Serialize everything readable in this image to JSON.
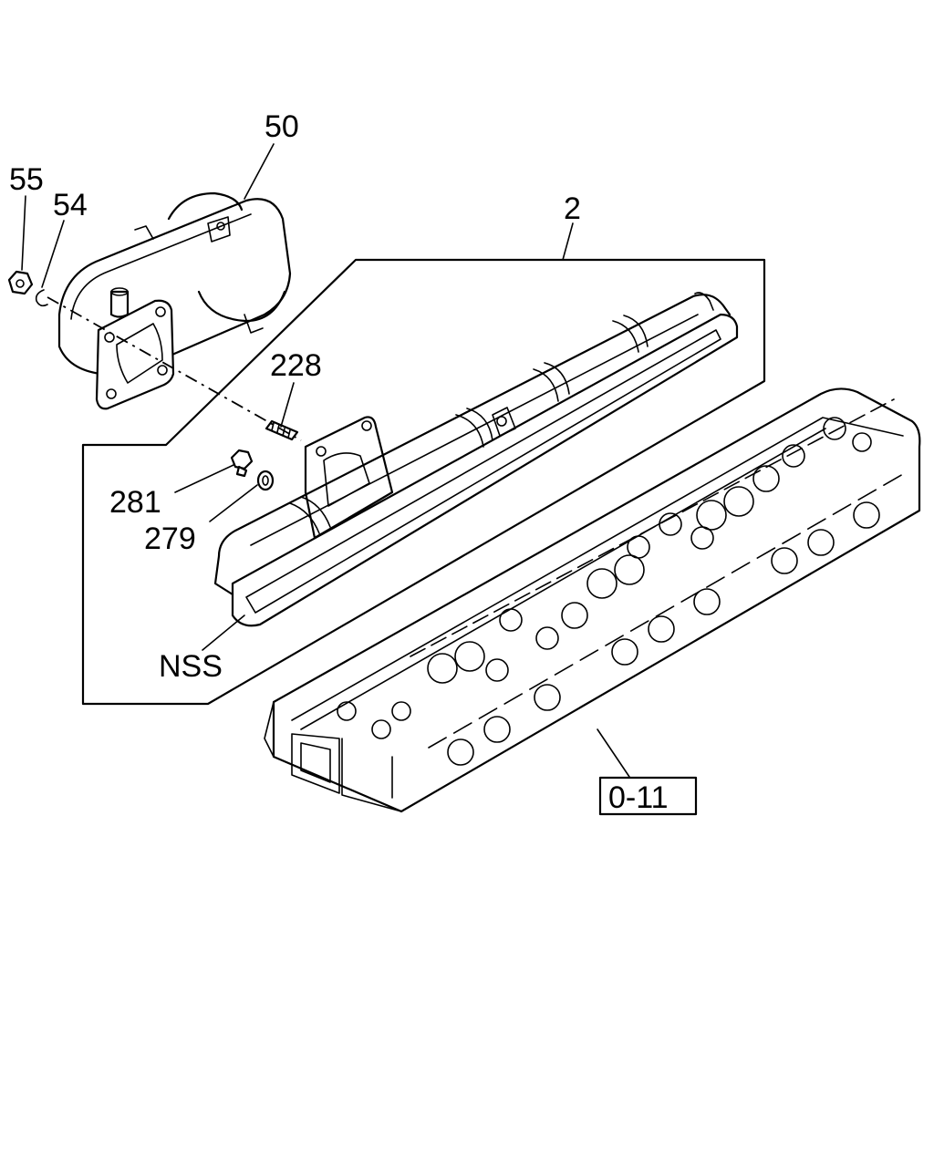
{
  "diagram": {
    "callouts": {
      "part_50": "50",
      "part_55": "55",
      "part_54": "54",
      "part_2": "2",
      "part_228": "228",
      "part_281": "281",
      "part_279": "279",
      "part_nss": "NSS",
      "ref_0_11": "0-11"
    }
  }
}
